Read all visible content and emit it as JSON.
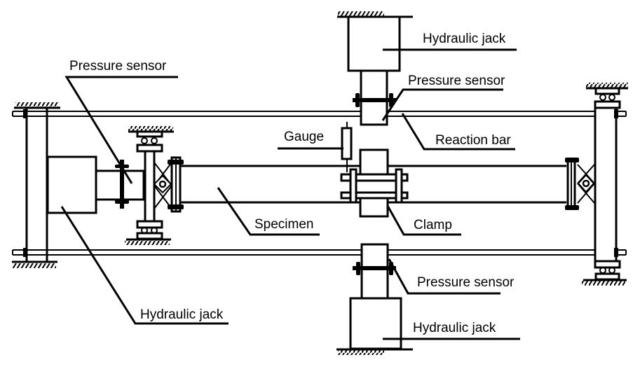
{
  "diagram": {
    "type": "mechanical-test-rig-schematic",
    "colors": {
      "ink": "#000000",
      "background": "#ffffff"
    },
    "labels": {
      "hydraulic_jack_top": "Hydraulic jack",
      "pressure_sensor_top": "Pressure sensor",
      "pressure_sensor_left": "Pressure sensor",
      "reaction_bar": "Reaction bar",
      "gauge": "Gauge",
      "specimen": "Specimen",
      "clamp": "Clamp",
      "pressure_sensor_bottom": "Pressure sensor",
      "hydraulic_jack_bottom": "Hydraulic jack",
      "hydraulic_jack_left": "Hydraulic jack"
    },
    "components": [
      "top-hydraulic-jack",
      "top-pressure-sensor",
      "upper-reaction-bar",
      "lower-reaction-bar",
      "left-hydraulic-jack",
      "left-pressure-sensor",
      "left-hinge-support",
      "right-hinge-support",
      "specimen",
      "clamp",
      "gauge",
      "bottom-pressure-sensor",
      "bottom-hydraulic-jack",
      "left-end-frame",
      "right-end-frame"
    ]
  }
}
